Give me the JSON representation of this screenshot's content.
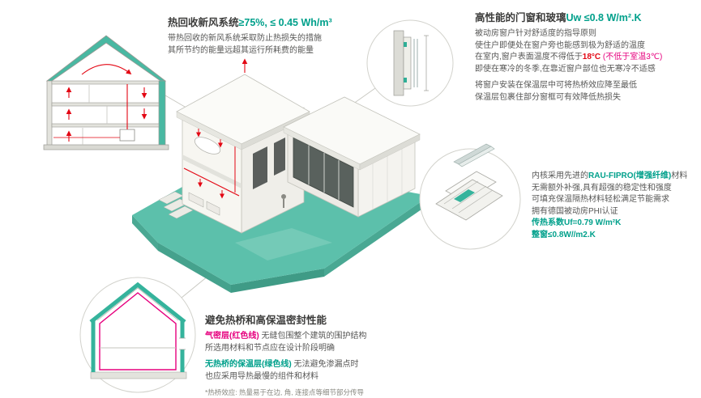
{
  "colors": {
    "teal": "#00a08b",
    "pink": "#e6007e",
    "red": "#e30613"
  },
  "ventilation": {
    "title_main": "热回收新风系统",
    "title_value": "≥75%, ≤ 0.45 Wh/m³",
    "line1": "带热回收的新风系统采取防止热损失的措施",
    "line2": "其所节约的能量远超其运行所耗费的能量"
  },
  "windows": {
    "title_main": "高性能的门窗和玻璃",
    "title_value": "Uw ≤0.8 W/m².K",
    "line1": "被动房窗户针对舒适度的指导原则",
    "line2": "使住户即便处在窗户旁也能感到极为舒适的温度",
    "line3_pre": "在室内,窗户表面温度不得低于",
    "line3_temp": "18°C",
    "line3_note": " (不低于室温3℃)",
    "line4": "即使在寒冷的冬季,在靠近窗户部位也无寒冷不适感",
    "line5": "将窗户安装在保温层中可将热桥效应降至最低",
    "line6": "保温层包裹住部分窗框可有效降低热损失"
  },
  "profile": {
    "line1_pre": "内核采用先进的",
    "line1_brand": "RAU-FIPRO(增强纤维)",
    "line1_post": "材料",
    "line2": "无需额外补强,具有超强的稳定性和强度",
    "line3": "可填充保温隔热材料轻松满足节能需求",
    "line4": "拥有德国被动房PHI认证",
    "line5": "传热系数Uf=0.79 W/m²K",
    "line6": "整窗≤0.8W//m2.K"
  },
  "thermal": {
    "title": "避免热桥和高保温密封性能",
    "line1_label": "气密层(红色线)",
    "line1_rest": " 无缝包围整个建筑的围护结构",
    "line2": "所选用材料和节点应在设计阶段明确",
    "line3_label": "无热桥的保温层(绿色线)",
    "line3_rest": " 无法避免渗漏点时",
    "line4": "也应采用导热最慢的组件和材料",
    "footnote": "*热桥效应: 热量易于在边, 角, 连接点等细节部分传导"
  }
}
